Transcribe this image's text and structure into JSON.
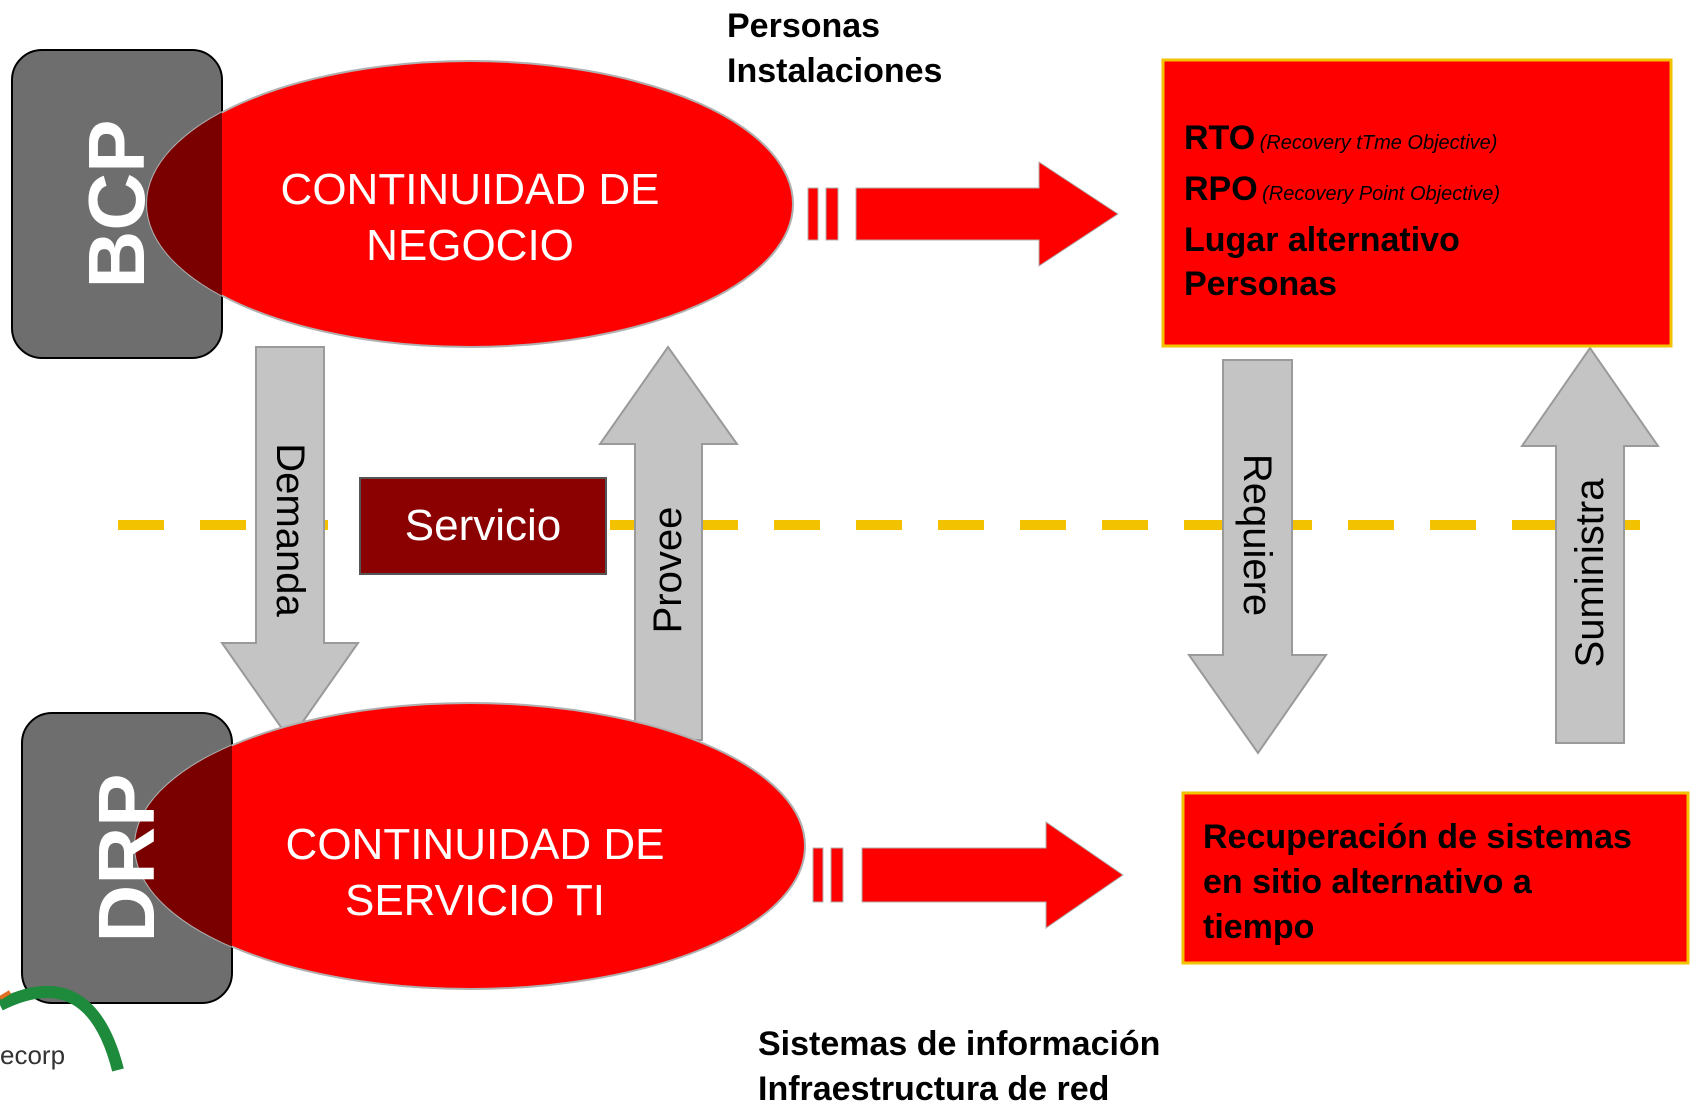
{
  "colors": {
    "red": "#ff0000",
    "dark_red": "#8b0000",
    "gray_box": "#6e6e6e",
    "gray_arrow": "#c4c4c4",
    "dashed_line": "#f2c100",
    "green_logo": "#1e8a3c"
  },
  "bcp": {
    "label": "BCP",
    "ellipse_line1": "CONTINUIDAD DE",
    "ellipse_line2": "NEGOCIO"
  },
  "drp": {
    "label": "DRP",
    "ellipse_line1": "CONTINUIDAD DE",
    "ellipse_line2": "SERVICIO TI"
  },
  "top_labels": {
    "line1": "Personas",
    "line2": "Instalaciones"
  },
  "bottom_labels": {
    "line1": "Sistemas de información",
    "line2": "Infraestructura de red"
  },
  "rto_box": {
    "rto": "RTO",
    "rto_desc": "(Recovery  tTme Objective)",
    "rpo": "RPO",
    "rpo_desc": "(Recovery Point Objective)",
    "line3": "Lugar alternativo",
    "line4": "Personas"
  },
  "recovery_box": {
    "line1": "Recuperación de sistemas",
    "line2": "en sitio alternativo a",
    "line3": "tiempo"
  },
  "servicio": "Servicio",
  "arrows": {
    "demanda": "Demanda",
    "provee": "Provee",
    "requiere": "Requiere",
    "suministra": "Suministra"
  },
  "logo": {
    "text": "ecorp"
  }
}
